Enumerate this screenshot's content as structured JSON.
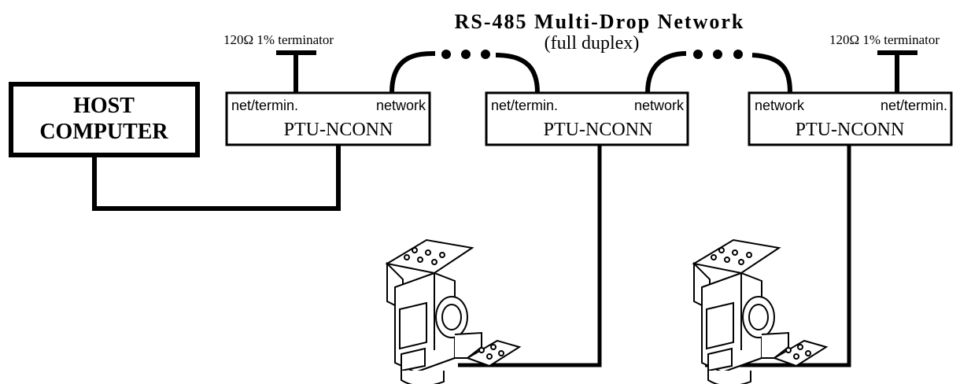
{
  "title": "RS-485 Multi-Drop Network",
  "subtitle": "(full duplex)",
  "terminators": {
    "left": "120Ω 1% terminator",
    "right": "120Ω 1% terminator"
  },
  "host": {
    "line1": "HOST",
    "line2": "COMPUTER"
  },
  "connectors": [
    {
      "left_port": "net/termin.",
      "right_port": "network",
      "model": "PTU-NCONN"
    },
    {
      "left_port": "net/termin.",
      "right_port": "network",
      "model": "PTU-NCONN"
    },
    {
      "left_port": "network",
      "right_port": "net/termin.",
      "model": "PTU-NCONN"
    }
  ]
}
